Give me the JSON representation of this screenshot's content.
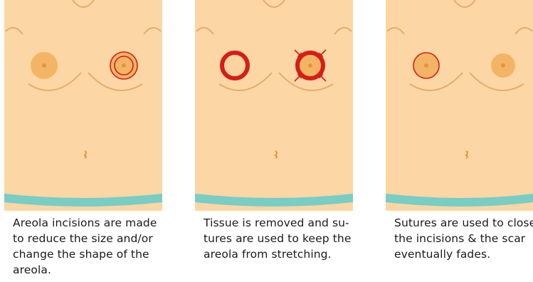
{
  "colors": {
    "skin": "#fcd6a4",
    "skin_outline": "#e2ae6e",
    "areola": "#f3b565",
    "nipple": "#e2963d",
    "incision": "#d41e16",
    "underwear": "#78cdc4",
    "caption_text": "#1a1a1a"
  },
  "panels": [
    {
      "caption": "Areola incisions are made\nto reduce the size and/or\nchange the shape of the\nareola."
    },
    {
      "caption": "Tissue is removed and su-\ntures are used to keep the\nareola from stretching."
    },
    {
      "caption": "Sutures are used to close\nthe incisions & the scar\neventually fades."
    }
  ]
}
